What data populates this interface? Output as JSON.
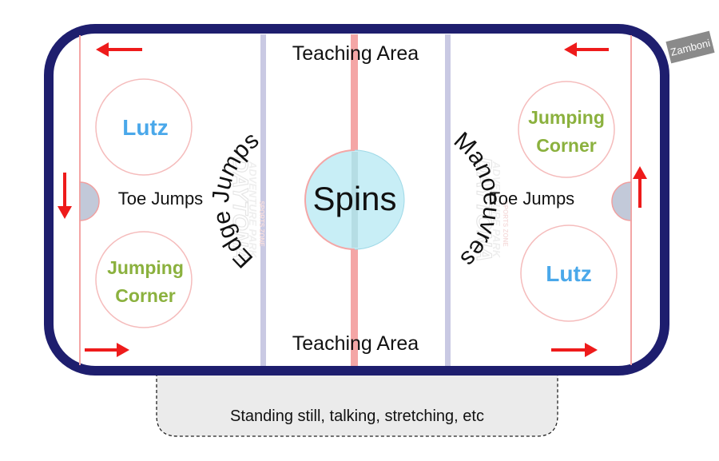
{
  "rink": {
    "teaching_area_top": "Teaching Area",
    "teaching_area_bottom": "Teaching Area",
    "spins": "Spins",
    "edge_jumps": "Edge Jumps",
    "manoeuvres": "Manoeuvres",
    "toe_jumps_left": "Toe Jumps",
    "toe_jumps_right": "Toe Jumps",
    "left_top_circle": "Lutz",
    "left_bottom_circle": [
      "Jumping",
      "Corner"
    ],
    "right_top_circle": [
      "Jumping",
      "Corner"
    ],
    "right_bottom_circle": "Lutz",
    "watermark": [
      "DAYTONA",
      "ADVENTURE PARK",
      "SPORTS ZONE"
    ]
  },
  "zamboni": "Zamboni",
  "bench": "Standing still, talking, stretching, etc",
  "colors": {
    "boards": "#1e1e6e",
    "red_line": "#f4a6a6",
    "blue_line": "#c9c9e3",
    "arrow": "#ee1b1b",
    "lutz_text": "#4aa8ea",
    "jumping_corner_text": "#8bb13e",
    "spin_circle": "#c8eef6",
    "goal_crease": "#c2c9d9",
    "zamboni_box": "#8a8a8a"
  },
  "icons": [
    "arrow-left-icon",
    "arrow-right-icon",
    "arrow-down-icon",
    "arrow-up-icon"
  ]
}
